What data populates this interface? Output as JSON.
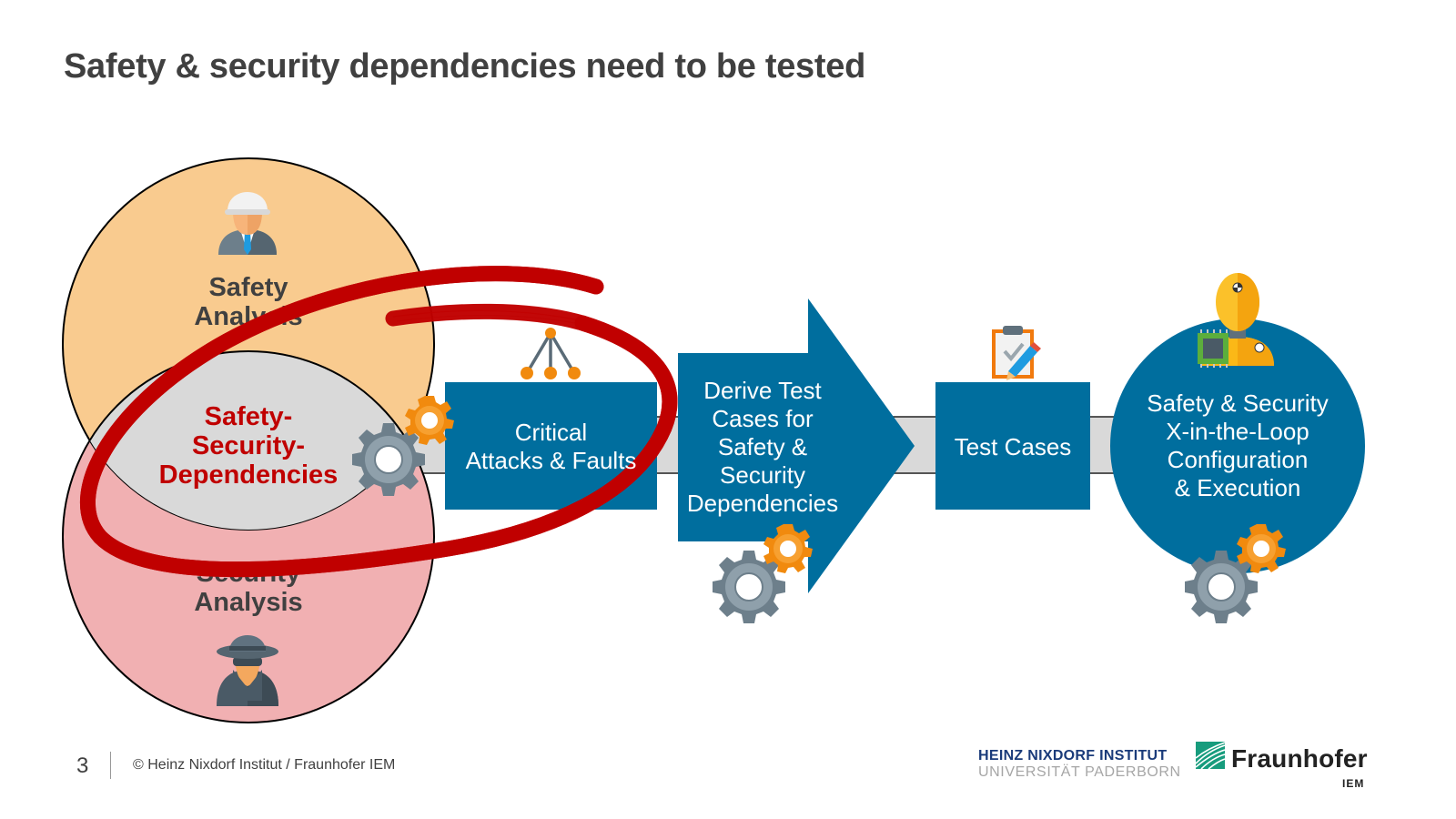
{
  "slide": {
    "title": "Safety & security dependencies need to be tested",
    "page_number": "3",
    "copyright": "© Heinz Nixdorf Institut / Fraunhofer IEM"
  },
  "venn": {
    "safety": {
      "label_line1": "Safety",
      "label_line2": "Analysis",
      "icon": "engineer-hardhat-icon",
      "color": "#f9cb8f"
    },
    "security": {
      "label_line1": "Security",
      "label_line2": "Analysis",
      "icon": "spy-hacker-icon",
      "color": "#f1b0b2"
    },
    "intersection": {
      "label_line1": "Safety-",
      "label_line2": "Security-",
      "label_line3": "Dependencies",
      "color": "#d9d9d9",
      "text_color": "#c00000"
    }
  },
  "process": {
    "step1": {
      "line1": "Critical",
      "line2": "Attacks & Faults",
      "icon": "fault-tree-icon"
    },
    "step2": {
      "line1": "Derive Test",
      "line2": "Cases for",
      "line3": "Safety &",
      "line4": "Security",
      "line5": "Dependencies"
    },
    "step3": {
      "line1": "Test Cases",
      "icon": "clipboard-pencil-icon"
    },
    "step4": {
      "line1": "Safety & Security",
      "line2": "X-in-the-Loop",
      "line3": "Configuration",
      "line4": "& Execution",
      "icon": "crash-test-dummy-chip-icon"
    },
    "box_color": "#006e9e",
    "connector_color": "#d9d9d9"
  },
  "annotation": {
    "type": "hand-drawn-ellipse",
    "color": "#c00000"
  },
  "logos": {
    "hni_line1": "HEINZ NIXDORF INSTITUT",
    "hni_line2": "UNIVERSITÄT PADERBORN",
    "fraunhofer": "Fraunhofer",
    "fraunhofer_sub": "IEM"
  }
}
